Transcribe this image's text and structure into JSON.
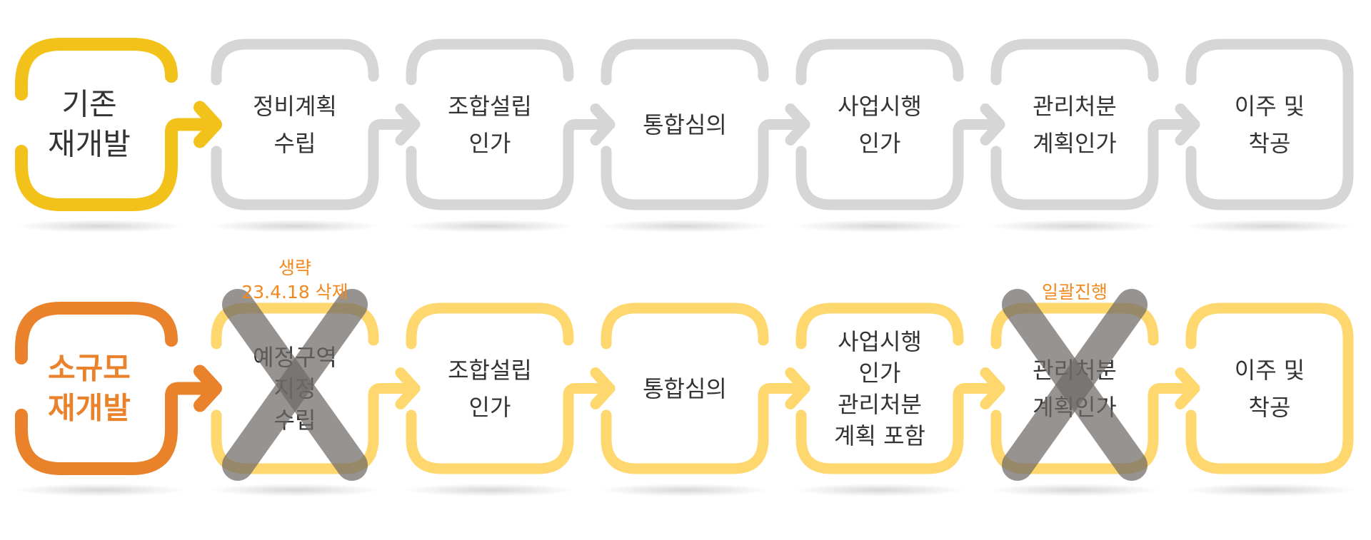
{
  "colors": {
    "background": "#ffffff",
    "row1_accent": "#f3c21a",
    "row1_steps": "#d6d6d6",
    "row2_accent": "#e9822b",
    "row2_steps": "#fed86e",
    "annotation": "#f0891f",
    "cross": "#6e6a66",
    "text": "#333333"
  },
  "rows": [
    {
      "label": [
        "기존",
        "재개발"
      ],
      "steps": [
        {
          "lines": [
            "정비계획",
            "수립"
          ]
        },
        {
          "lines": [
            "조합설립",
            "인가"
          ]
        },
        {
          "lines": [
            "통합심의"
          ]
        },
        {
          "lines": [
            "사업시행",
            "인가"
          ]
        },
        {
          "lines": [
            "관리처분",
            "계획인가"
          ]
        },
        {
          "lines": [
            "이주 및",
            "착공"
          ]
        }
      ]
    },
    {
      "label": [
        "소규모",
        "재개발"
      ],
      "steps": [
        {
          "lines": [
            "예정구역",
            "지정",
            "수립"
          ],
          "crossed": true,
          "note": [
            "생략",
            "23.4.18 삭제"
          ]
        },
        {
          "lines": [
            "조합설립",
            "인가"
          ]
        },
        {
          "lines": [
            "통합심의"
          ]
        },
        {
          "lines": [
            "사업시행",
            "인가",
            "관리처분",
            "계획 포함"
          ]
        },
        {
          "lines": [
            "관리처분",
            "계획인가"
          ],
          "crossed": true,
          "note": [
            "일괄진행"
          ]
        },
        {
          "lines": [
            "이주 및",
            "착공"
          ]
        }
      ]
    }
  ]
}
